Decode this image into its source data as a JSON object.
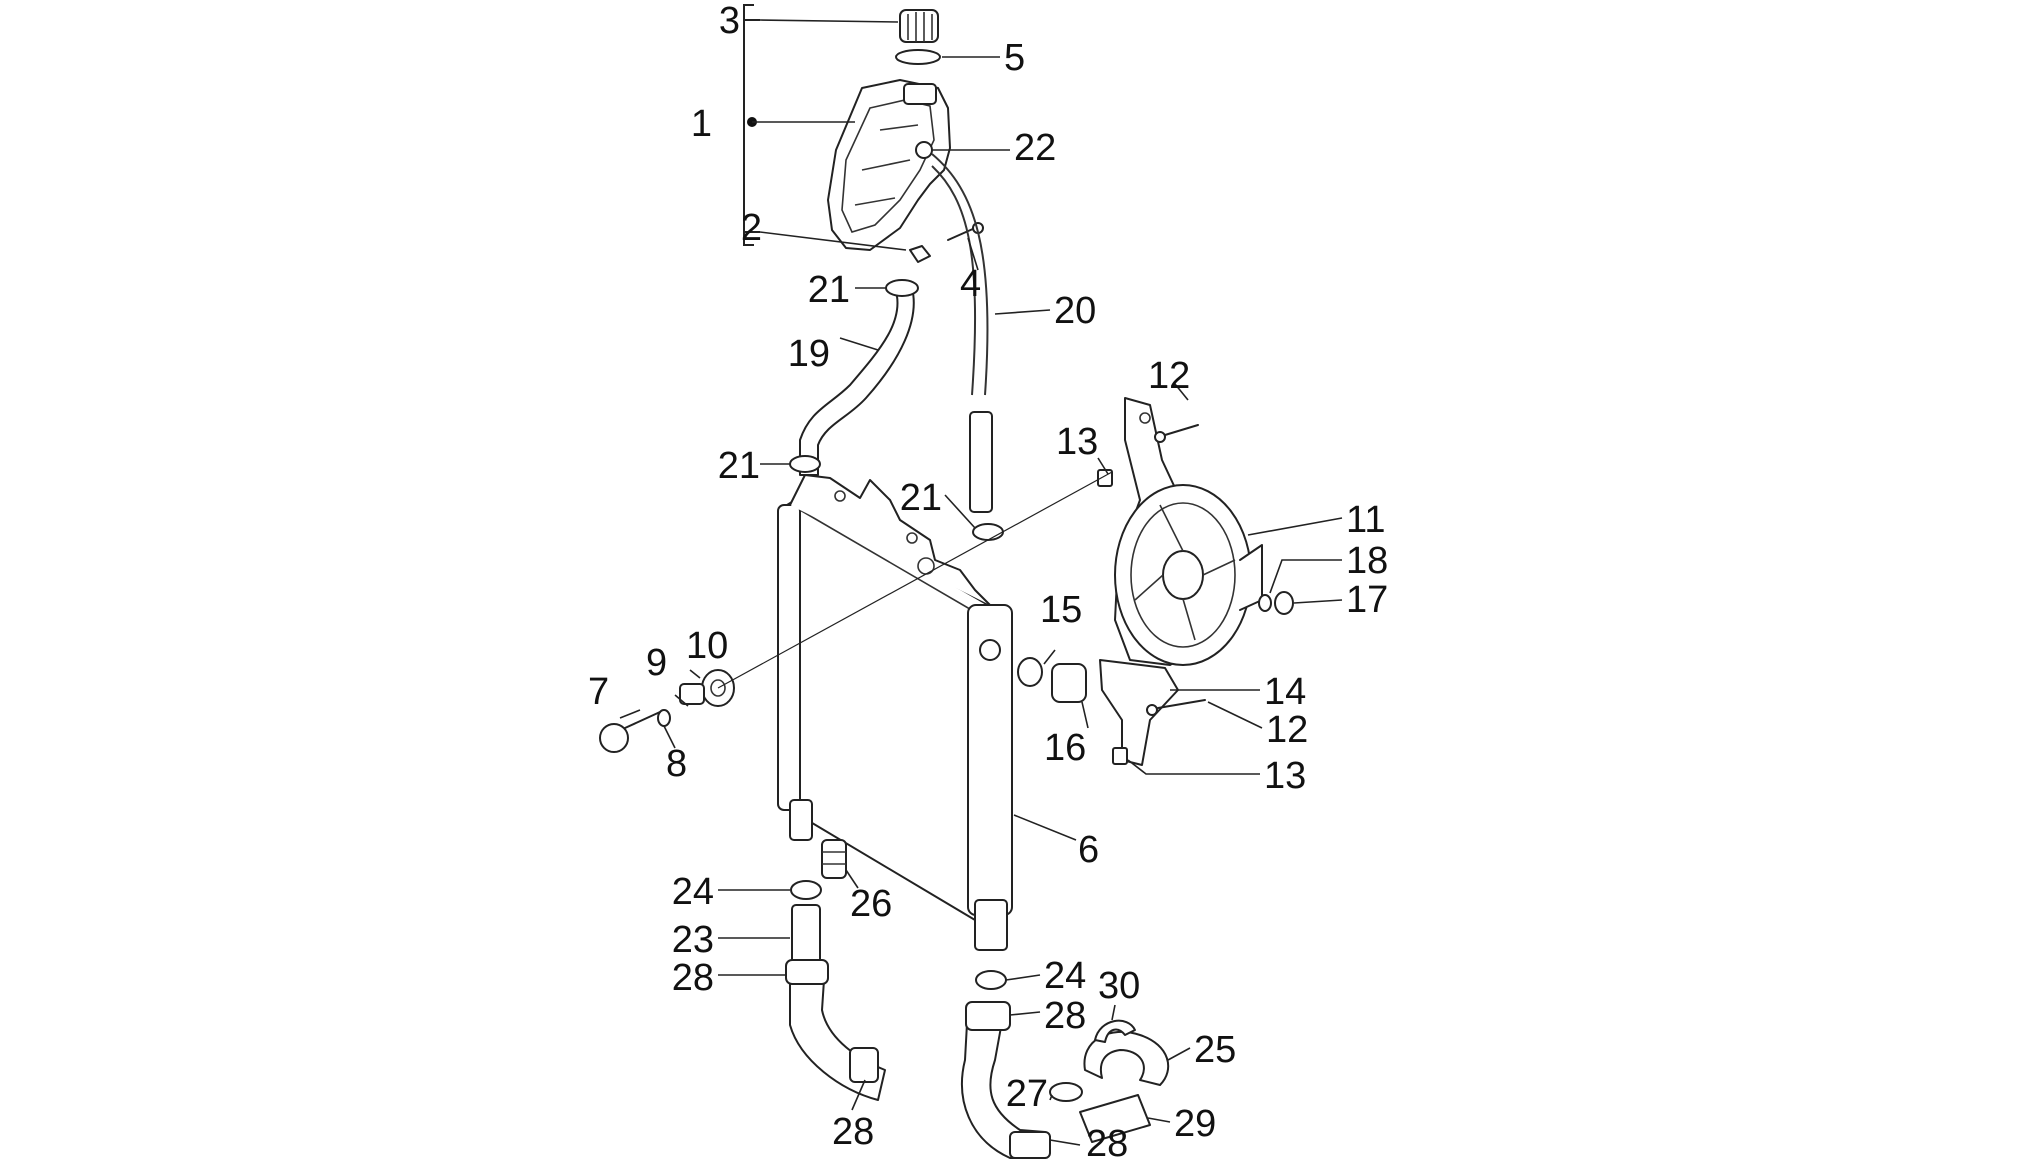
{
  "labels": {
    "l1": "1",
    "l2": "2",
    "l3": "3",
    "l4": "4",
    "l5": "5",
    "l6": "6",
    "l7": "7",
    "l8": "8",
    "l9": "9",
    "l10": "10",
    "l11": "11",
    "l12a": "12",
    "l12b": "12",
    "l13a": "13",
    "l13b": "13",
    "l14": "14",
    "l15": "15",
    "l16": "16",
    "l17": "17",
    "l18": "18",
    "l19": "19",
    "l20": "20",
    "l21a": "21",
    "l21b": "21",
    "l21c": "21",
    "l22": "22",
    "l23": "23",
    "l24a": "24",
    "l24b": "24",
    "l25": "25",
    "l26": "26",
    "l27": "27",
    "l28a": "28",
    "l28b": "28",
    "l28c": "28",
    "l28d": "28",
    "l29": "29",
    "l30": "30"
  }
}
